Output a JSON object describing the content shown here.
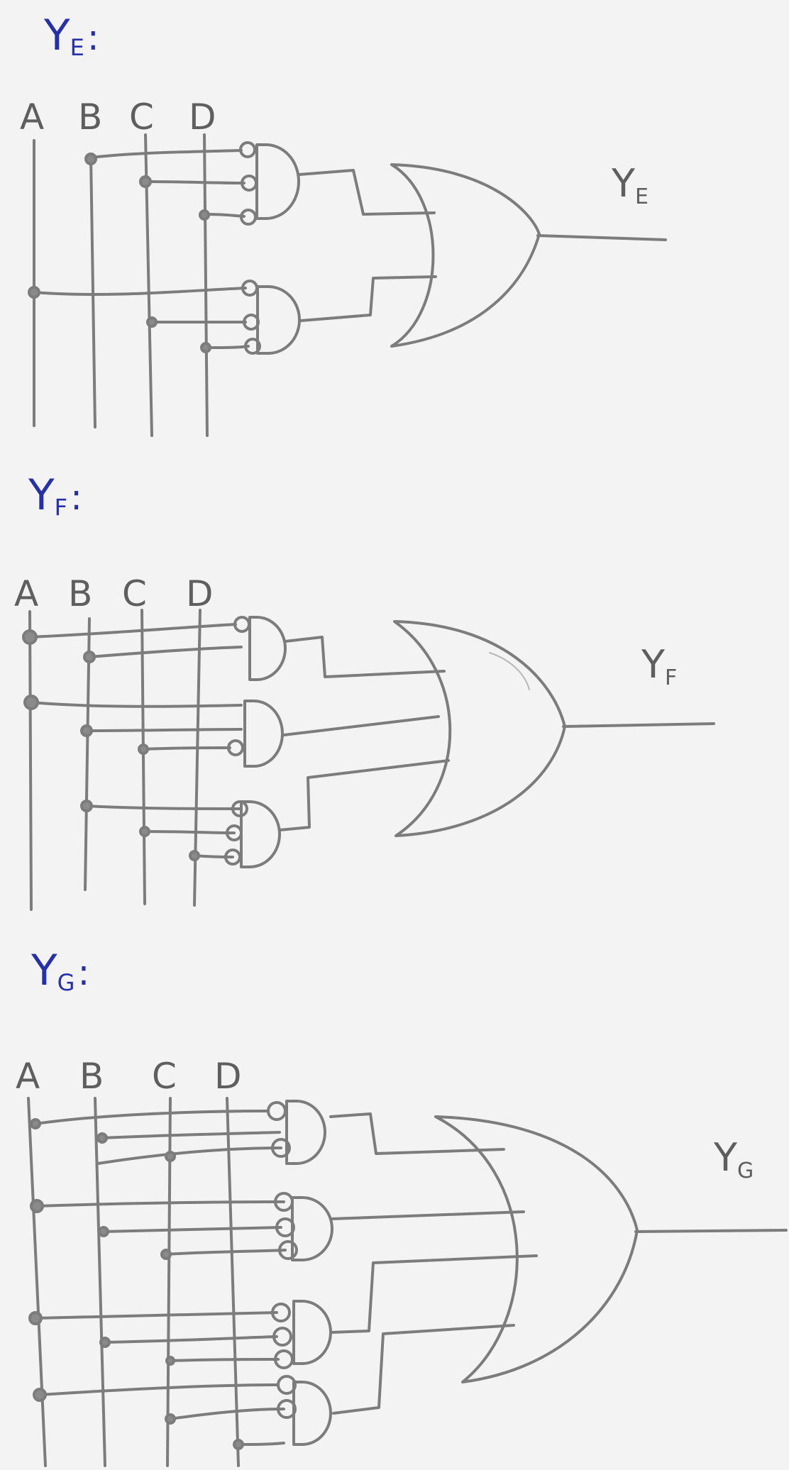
{
  "sections": [
    {
      "id": "e",
      "title": "Y",
      "title_sub": "E",
      "colon": ":",
      "inputs": [
        "A",
        "B",
        "C",
        "D"
      ],
      "output": "Y",
      "output_sub": "E"
    },
    {
      "id": "f",
      "title": "Y",
      "title_sub": "F",
      "colon": ":",
      "inputs": [
        "A",
        "B",
        "C",
        "D"
      ],
      "output": "Y",
      "output_sub": "F"
    },
    {
      "id": "g",
      "title": "Y",
      "title_sub": "G",
      "colon": ":",
      "inputs": [
        "A",
        "B",
        "C",
        "D"
      ],
      "output": "Y",
      "output_sub": "G"
    }
  ],
  "colors": {
    "title": "#2630a8",
    "pencil": "#7a7a7a",
    "paper": "#f3f3f4"
  }
}
